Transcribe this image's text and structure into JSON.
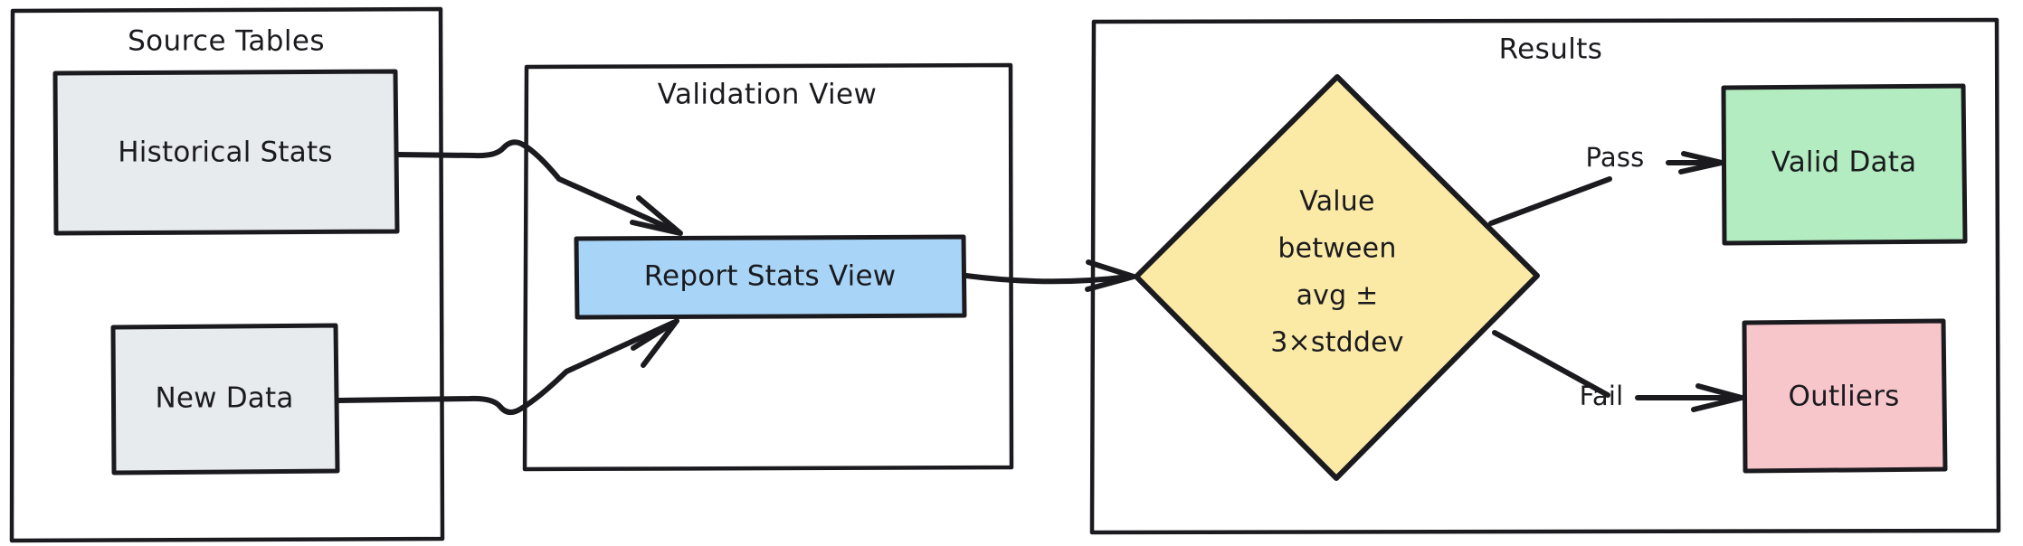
{
  "diagram": {
    "type": "flowchart",
    "title": "",
    "background": "#ffffff",
    "stroke_color": "#1b1b1f",
    "containers": [
      {
        "id": "source-tables",
        "label": "Source Tables",
        "fill": "#ffffff"
      },
      {
        "id": "validation-view",
        "label": "Validation View",
        "fill": "#ffffff"
      },
      {
        "id": "results",
        "label": "Results",
        "fill": "#ffffff"
      }
    ],
    "nodes": [
      {
        "id": "historical-stats",
        "label": "Historical Stats",
        "shape": "rectangle",
        "fill": "#e8ebed",
        "container": "source-tables"
      },
      {
        "id": "new-data",
        "label": "New Data",
        "shape": "rectangle",
        "fill": "#e8ebed",
        "container": "source-tables"
      },
      {
        "id": "report-stats-view",
        "label": "Report Stats View",
        "shape": "rectangle",
        "fill": "#a8d5f7",
        "container": "validation-view"
      },
      {
        "id": "value-check",
        "label": "Value between avg ± 3×stddev",
        "lines": [
          "Value",
          "between",
          "avg ±",
          "3×stddev"
        ],
        "shape": "diamond",
        "fill": "#fbeaa6",
        "container": "results"
      },
      {
        "id": "valid-data",
        "label": "Valid Data",
        "shape": "rectangle",
        "fill": "#b3ecc0",
        "container": "results"
      },
      {
        "id": "outliers",
        "label": "Outliers",
        "shape": "rectangle",
        "fill": "#f7c6cb",
        "container": "results"
      }
    ],
    "edges": [
      {
        "id": "edge-hist-to-report",
        "from": "historical-stats",
        "to": "report-stats-view",
        "label": ""
      },
      {
        "id": "edge-new-to-report",
        "from": "new-data",
        "to": "report-stats-view",
        "label": ""
      },
      {
        "id": "edge-report-to-check",
        "from": "report-stats-view",
        "to": "value-check",
        "label": ""
      },
      {
        "id": "edge-check-to-valid",
        "from": "value-check",
        "to": "valid-data",
        "label": "Pass"
      },
      {
        "id": "edge-check-to-outliers",
        "from": "value-check",
        "to": "outliers",
        "label": "Fail"
      }
    ]
  }
}
